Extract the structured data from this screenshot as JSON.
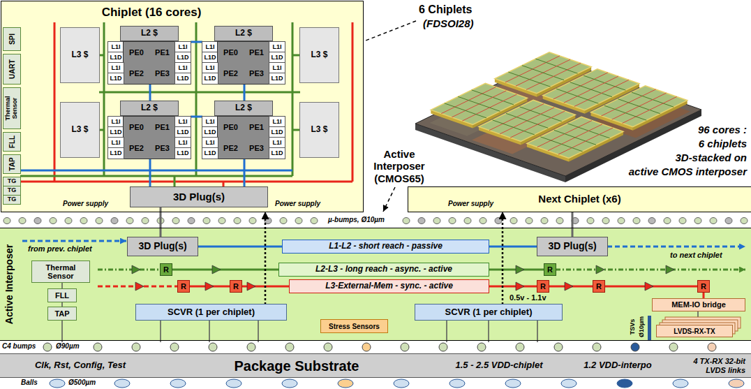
{
  "diagram": {
    "nodes": [
      {
        "text": [
          "Chiplet (16 cores)"
        ]
      },
      {
        "text": [
          "SPI"
        ],
        "in": 0
      },
      {
        "text": [
          "UART"
        ],
        "in": 0
      },
      {
        "text": [
          "Thermal Sensor"
        ],
        "in": 0
      },
      {
        "text": [
          "FLL"
        ],
        "in": 0
      },
      {
        "text": [
          "TAP"
        ],
        "in": 0
      },
      {
        "text": [
          "TG"
        ],
        "in": 0
      },
      {
        "text": [
          "TG"
        ],
        "in": 0
      },
      {
        "text": [
          "TG"
        ],
        "in": 0
      },
      {
        "text": [
          "L3 $"
        ],
        "in": 0
      },
      {
        "text": [
          "L3 $"
        ],
        "in": 0
      },
      {
        "text": [
          "L3 $"
        ],
        "in": 0
      },
      {
        "text": [
          "L3 $"
        ],
        "in": 0
      },
      {
        "text": [
          "L2 $"
        ],
        "in": 0
      },
      {
        "text": [
          "L1I"
        ],
        "in": 0
      },
      {
        "text": [
          "L1D"
        ],
        "in": 0
      },
      {
        "text": [
          "PE0",
          "PE1",
          "PE2",
          "PE3"
        ],
        "in": 0
      },
      {
        "text": [
          "L1I"
        ],
        "in": 0
      },
      {
        "text": [
          "L1D"
        ],
        "in": 0
      },
      {
        "text": [
          "L1I"
        ],
        "in": 0
      },
      {
        "text": [
          "L1D"
        ],
        "in": 0
      },
      {
        "text": [
          "L1I"
        ],
        "in": 0
      },
      {
        "text": [
          "L1D"
        ],
        "in": 0
      },
      {
        "text": [
          "L2 $"
        ],
        "in": 0
      },
      {
        "text": [
          "L1I"
        ],
        "in": 0
      },
      {
        "text": [
          "L1D"
        ],
        "in": 0
      },
      {
        "text": [
          "PE0",
          "PE1",
          "PE2",
          "PE3"
        ],
        "in": 0
      },
      {
        "text": [
          "L1I"
        ],
        "in": 0
      },
      {
        "text": [
          "L1D"
        ],
        "in": 0
      },
      {
        "text": [
          "L1I"
        ],
        "in": 0
      },
      {
        "text": [
          "L1D"
        ],
        "in": 0
      },
      {
        "text": [
          "L1I"
        ],
        "in": 0
      },
      {
        "text": [
          "L1D"
        ],
        "in": 0
      },
      {
        "text": [
          "L2 $"
        ],
        "in": 0
      },
      {
        "text": [
          "L1I"
        ],
        "in": 0
      },
      {
        "text": [
          "L1D"
        ],
        "in": 0
      },
      {
        "text": [
          "PE0",
          "PE1",
          "PE2",
          "PE3"
        ],
        "in": 0
      },
      {
        "text": [
          "L1I"
        ],
        "in": 0
      },
      {
        "text": [
          "L1D"
        ],
        "in": 0
      },
      {
        "text": [
          "L1I"
        ],
        "in": 0
      },
      {
        "text": [
          "L1D"
        ],
        "in": 0
      },
      {
        "text": [
          "L1I"
        ],
        "in": 0
      },
      {
        "text": [
          "L1D"
        ],
        "in": 0
      },
      {
        "text": [
          "L2 $"
        ],
        "in": 0
      },
      {
        "text": [
          "L1I"
        ],
        "in": 0
      },
      {
        "text": [
          "L1D"
        ],
        "in": 0
      },
      {
        "text": [
          "PE0",
          "PE1",
          "PE2",
          "PE3"
        ],
        "in": 0
      },
      {
        "text": [
          "L1I"
        ],
        "in": 0
      },
      {
        "text": [
          "L1D"
        ],
        "in": 0
      },
      {
        "text": [
          "L1I"
        ],
        "in": 0
      },
      {
        "text": [
          "L1D"
        ],
        "in": 0
      },
      {
        "text": [
          "L1I"
        ],
        "in": 0
      },
      {
        "text": [
          "L1D"
        ],
        "in": 0
      },
      {
        "text": [
          "3D Plug(s)"
        ],
        "in": 0
      },
      {
        "text": [
          "Next Chiplet (x6)"
        ]
      },
      {
        "text": [
          "Active Interposer"
        ]
      },
      {
        "text": [
          "3D Plug(s)"
        ],
        "in": 55
      },
      {
        "text": [
          "L1-L2 - short reach - passive"
        ],
        "in": 55
      },
      {
        "text": [
          "3D Plug(s)"
        ],
        "in": 55
      },
      {
        "text": [
          "Thermal Sensor"
        ],
        "in": 55
      },
      {
        "text": [
          "R"
        ],
        "in": 55
      },
      {
        "text": [
          "L2-L3 - long reach - async. - active"
        ],
        "in": 55
      },
      {
        "text": [
          "R"
        ],
        "in": 55
      },
      {
        "text": [
          "R"
        ],
        "in": 55
      },
      {
        "text": [
          "R"
        ],
        "in": 55
      },
      {
        "text": [
          "L3-External-Mem - sync. - active"
        ],
        "in": 55
      },
      {
        "text": [
          "R"
        ],
        "in": 55
      },
      {
        "text": [
          "R"
        ],
        "in": 55
      },
      {
        "text": [
          "R"
        ],
        "in": 55
      },
      {
        "text": [
          "FLL"
        ],
        "in": 55
      },
      {
        "text": [
          "TAP"
        ],
        "in": 55
      },
      {
        "text": [
          "MEM-IO bridge"
        ],
        "in": 55
      },
      {
        "text": [
          "SCVR (1 per chiplet)"
        ],
        "in": 55
      },
      {
        "text": [
          "Stress Sensors"
        ],
        "in": 55
      },
      {
        "text": [
          "SCVR (1 per chiplet)"
        ],
        "in": 55
      },
      {
        "text": [
          "LVDS-RX-TX"
        ],
        "in": 55
      },
      {
        "text": [
          "Clk, Rst, Config, Test",
          "Package Substrate",
          "1.5 - 2.5 VDD-chiplet",
          "1.2 VDD-interpo",
          "4 TX-RX 32-bit LVDS links"
        ]
      }
    ],
    "edges": [
      {
        "from": 53,
        "to": 56,
        "arrow": "none"
      },
      {
        "from": 54,
        "to": 58,
        "arrow": "none"
      },
      {
        "from": 56,
        "to": 57,
        "arrow": "none"
      },
      {
        "from": 57,
        "to": 58,
        "arrow": "none"
      },
      {
        "from": 60,
        "to": 61,
        "arrow": "none"
      },
      {
        "from": 61,
        "to": 62,
        "arrow": "none"
      },
      {
        "from": 63,
        "to": 64,
        "arrow": "none"
      },
      {
        "from": 64,
        "to": 65,
        "arrow": "none"
      },
      {
        "from": 65,
        "to": 66,
        "arrow": "none"
      },
      {
        "from": 66,
        "to": 67,
        "arrow": "none"
      },
      {
        "from": 67,
        "to": 68,
        "arrow": "none"
      },
      {
        "from": 68,
        "to": 71,
        "arrow": "none"
      },
      {
        "from": 72,
        "to": 0,
        "arrow": "to"
      },
      {
        "from": 74,
        "to": 54,
        "arrow": "to"
      }
    ],
    "labels": [
      "6 Chiplets",
      "(FDSOI28)",
      "96 cores :",
      "6 chiplets",
      "3D-stacked on",
      "active CMOS interposer",
      "Active Interposer (CMOS65)",
      "Power supply",
      "Power supply",
      "Power supply",
      "µ-bumps, Ø10µm",
      "from prev. chiplet",
      "to next chiplet",
      "0.5v - 1.1v",
      "TSVs",
      "Ø10µm",
      "C4 bumps",
      "Ø90µm",
      "Balls",
      "Ø500µm"
    ]
  }
}
